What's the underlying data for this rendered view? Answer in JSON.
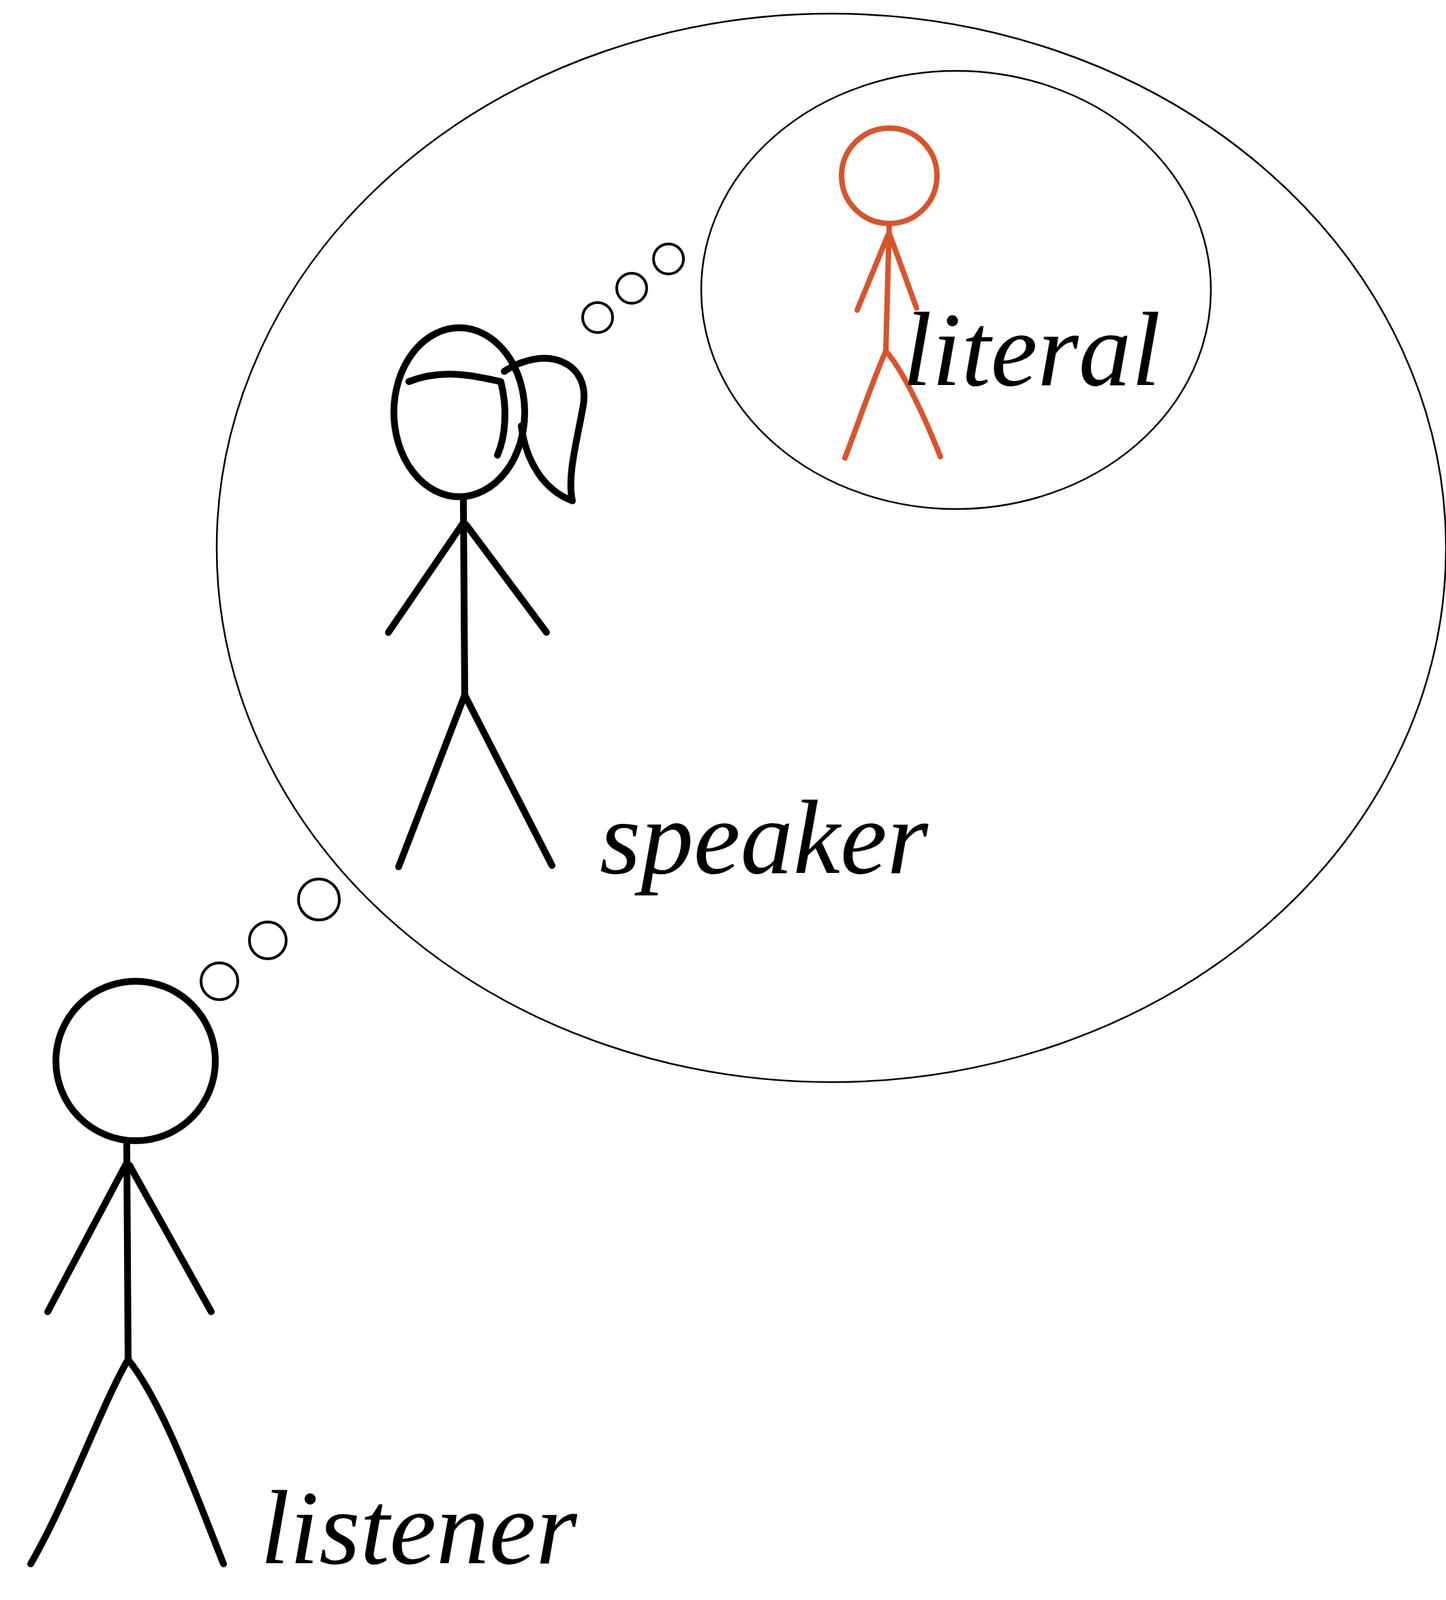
{
  "diagram": {
    "nodes": [
      {
        "text": [
          "speaker"
        ]
      },
      {
        "text": [
          "literal"
        ],
        "in": 0
      }
    ],
    "labels": [
      "listener"
    ]
  }
}
